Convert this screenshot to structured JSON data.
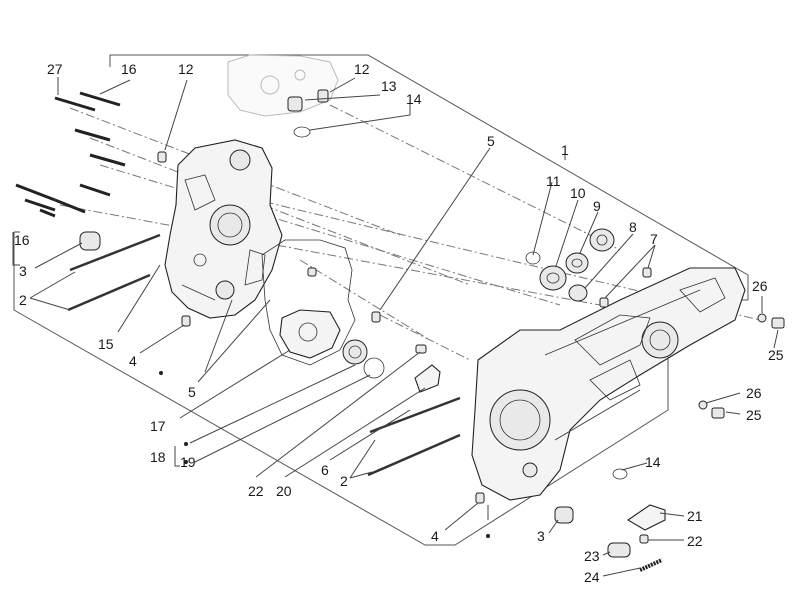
{
  "diagram": {
    "callouts": [
      {
        "id": "c27",
        "text": "27"
      },
      {
        "id": "c16a",
        "text": "16"
      },
      {
        "id": "c12a",
        "text": "12"
      },
      {
        "id": "c12b",
        "text": "12"
      },
      {
        "id": "c13",
        "text": "13"
      },
      {
        "id": "c14a",
        "text": "14"
      },
      {
        "id": "c5a",
        "text": "5"
      },
      {
        "id": "c1",
        "text": "1"
      },
      {
        "id": "c11",
        "text": "11"
      },
      {
        "id": "c10",
        "text": "10"
      },
      {
        "id": "c9",
        "text": "9"
      },
      {
        "id": "c8",
        "text": "8"
      },
      {
        "id": "c7",
        "text": "7"
      },
      {
        "id": "c26a",
        "text": "26"
      },
      {
        "id": "c25a",
        "text": "25"
      },
      {
        "id": "c16b",
        "text": "16"
      },
      {
        "id": "c3a",
        "text": "3"
      },
      {
        "id": "c2a",
        "text": "2"
      },
      {
        "id": "c15",
        "text": "15"
      },
      {
        "id": "c4a",
        "text": "4"
      },
      {
        "id": "c5b",
        "text": "5"
      },
      {
        "id": "c17",
        "text": "17"
      },
      {
        "id": "c18",
        "text": "18"
      },
      {
        "id": "c19",
        "text": "19"
      },
      {
        "id": "c22a",
        "text": "22"
      },
      {
        "id": "c20",
        "text": "20"
      },
      {
        "id": "c6",
        "text": "6"
      },
      {
        "id": "c2b",
        "text": "2"
      },
      {
        "id": "c14b",
        "text": "14"
      },
      {
        "id": "c26b",
        "text": "26"
      },
      {
        "id": "c25b",
        "text": "25"
      },
      {
        "id": "c4b",
        "text": "4"
      },
      {
        "id": "c3b",
        "text": "3"
      },
      {
        "id": "c21",
        "text": "21"
      },
      {
        "id": "c22b",
        "text": "22"
      },
      {
        "id": "c23",
        "text": "23"
      },
      {
        "id": "c24",
        "text": "24"
      }
    ]
  }
}
